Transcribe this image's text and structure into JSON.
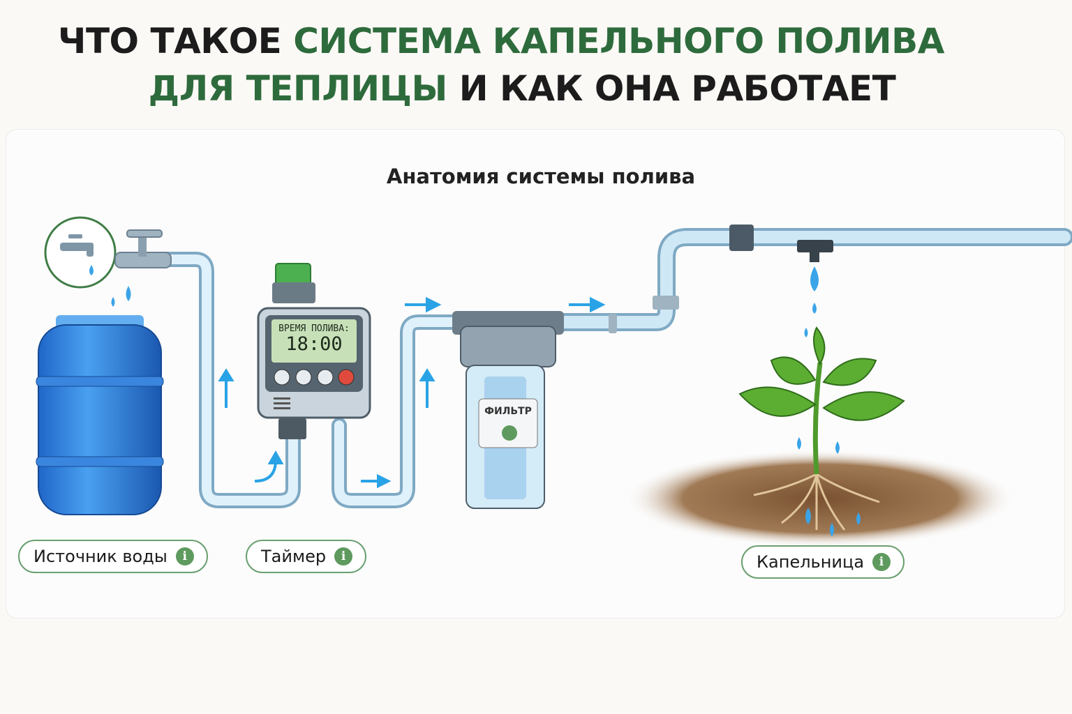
{
  "title": {
    "line1_plain": "ЧТО ТАКОЕ",
    "line1_accent": "СИСТЕМА КАПЕЛЬНОГО ПОЛИВА",
    "line2_accent": "ДЛЯ ТЕПЛИЦЫ",
    "line2_plain": "И КАК ОНА РАБОТАЕТ"
  },
  "diagram": {
    "subtitle": "Анатомия системы полива",
    "timer": {
      "display_label": "ВРЕМЯ ПОЛИВА:",
      "display_time": "18:00"
    },
    "filter_label": "ФИЛЬТР",
    "labels": [
      {
        "text": "Источник воды",
        "icon": "info-icon"
      },
      {
        "text": "Таймер",
        "icon": "info-icon"
      },
      {
        "text": "Капельница",
        "icon": "info-icon"
      }
    ]
  },
  "colors": {
    "accent_green": "#2e6b3c",
    "water_blue": "#2aa3e6",
    "pill_border": "#6aa070"
  }
}
